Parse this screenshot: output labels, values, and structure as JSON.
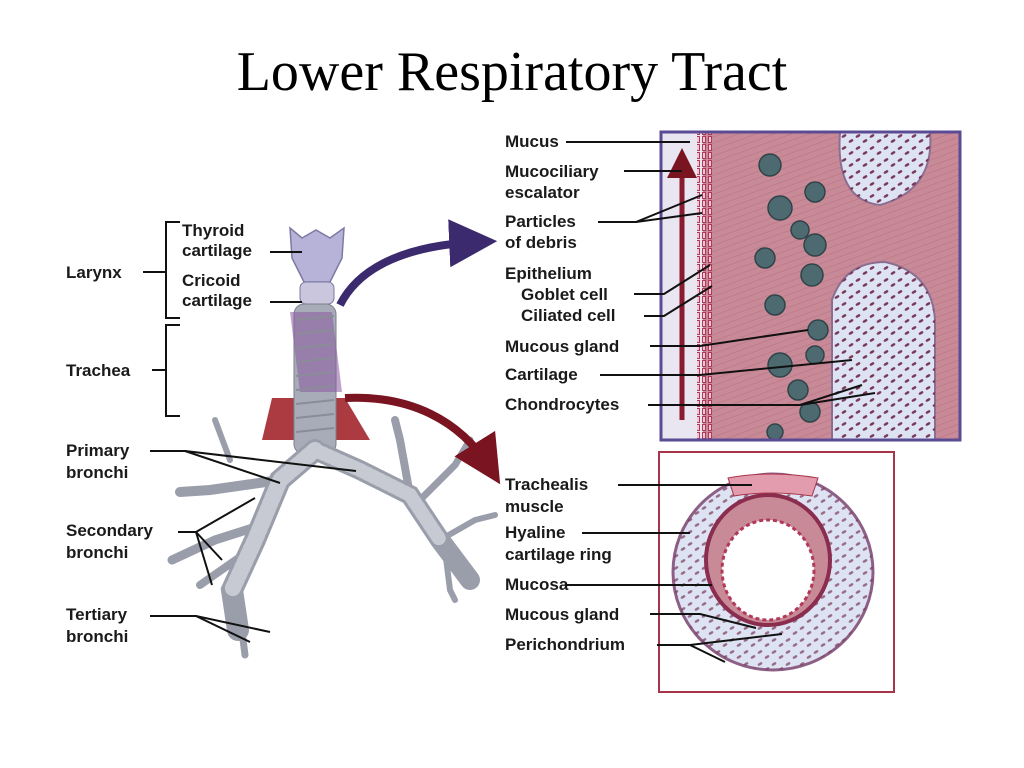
{
  "title": "Lower Respiratory Tract",
  "labels": {
    "larynx": "Larynx",
    "thyroid_l1": "Thyroid",
    "thyroid_l2": "cartilage",
    "cricoid_l1": "Cricoid",
    "cricoid_l2": "cartilage",
    "trachea": "Trachea",
    "primary_l1": "Primary",
    "primary_l2": "bronchi",
    "secondary_l1": "Secondary",
    "secondary_l2": "bronchi",
    "tertiary_l1": "Tertiary",
    "tertiary_l2": "bronchi",
    "mucus": "Mucus",
    "mucociliary_l1": "Mucociliary",
    "mucociliary_l2": "escalator",
    "particles_l1": "Particles",
    "particles_l2": "of debris",
    "epithelium": "Epithelium",
    "goblet": "Goblet cell",
    "ciliated": "Ciliated cell",
    "mucous_gland_top": "Mucous gland",
    "cartilage": "Cartilage",
    "chondrocytes": "Chondrocytes",
    "trachealis_l1": "Trachealis",
    "trachealis_l2": "muscle",
    "hyaline_l1": "Hyaline",
    "hyaline_l2": "cartilage ring",
    "mucosa": "Mucosa",
    "mucous_gland_bottom": "Mucous gland",
    "perichondrium": "Perichondrium"
  },
  "colors": {
    "tissue_pink": "#c98a98",
    "epithelium_red": "#b0395a",
    "cartilage_blue": "#dde3f2",
    "gland_teal": "#4d6a70",
    "frame_purple": "#5a4b94",
    "frame_red": "#a8344a",
    "arrow_purple": "#3b2a6e",
    "arrow_red": "#7a1420",
    "airway_gray": "#a8acb8",
    "larynx_lilac": "#b7b3d8",
    "wedge_red": "#a3252c"
  }
}
